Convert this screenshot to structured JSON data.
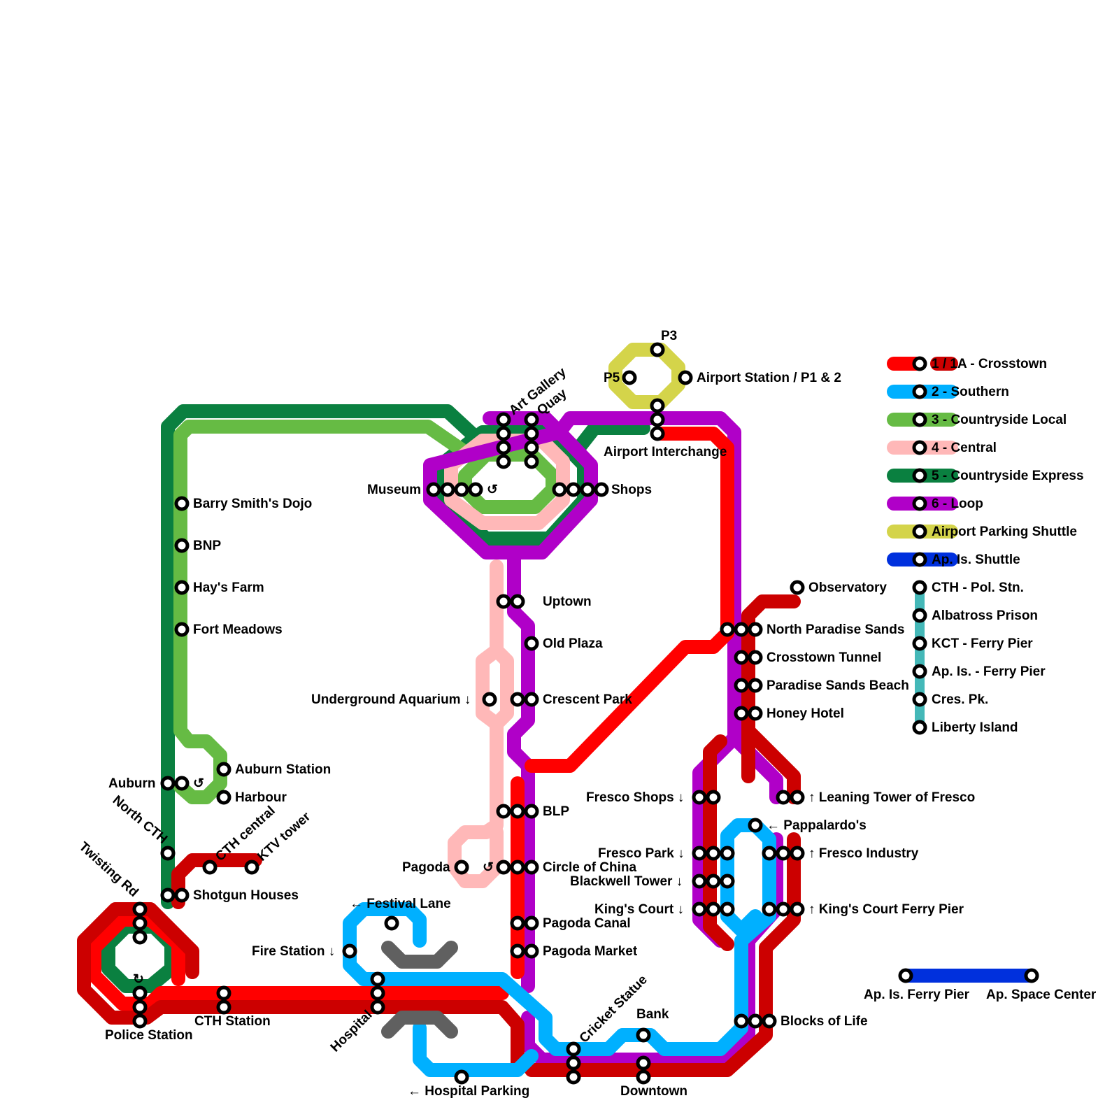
{
  "colors": {
    "crosstown": "#ff0000",
    "crosstown_1a": "#cc0000",
    "southern": "#00b0ff",
    "countryside_local": "#66bb44",
    "central": "#ffb8b8",
    "countryside_express": "#0a8040",
    "loop": "#b000c8",
    "airport_parking": "#d4d44a",
    "ap_is_shuttle": "#0030dd",
    "ferry": "#44b8b8",
    "road": "#606060"
  },
  "legend": [
    {
      "label": "1 / 1A - Crosstown",
      "color": "#ff0000"
    },
    {
      "label": "2 - Southern",
      "color": "#00b0ff"
    },
    {
      "label": "3 - Countryside Local",
      "color": "#66bb44"
    },
    {
      "label": "4 - Central",
      "color": "#ffb8b8"
    },
    {
      "label": "5 - Countryside Express",
      "color": "#0a8040"
    },
    {
      "label": "6 - Loop",
      "color": "#b000c8"
    },
    {
      "label": "Airport Parking Shuttle",
      "color": "#d4d44a"
    },
    {
      "label": "Ap. Is. Shuttle",
      "color": "#0030dd"
    }
  ],
  "ferry_legend": [
    "CTH - Pol. Stn.",
    "Albatross Prison",
    "KCT - Ferry Pier",
    "Ap. Is. - Ferry Pier",
    "Cres. Pk.",
    "Liberty Island"
  ],
  "stations": {
    "p3": "P3",
    "p5": "P5",
    "airport_station": "Airport Station / P1 & 2",
    "airport_interchange": "Airport Interchange",
    "art_gallery": "Art Gallery",
    "quay": "Quay",
    "museum": "Museum",
    "shops": "Shops",
    "barry_smiths_dojo": "Barry Smith's Dojo",
    "bnp": "BNP",
    "hays_farm": "Hay's Farm",
    "fort_meadows": "Fort Meadows",
    "uptown": "Uptown",
    "old_plaza": "Old Plaza",
    "underground_aquarium": "Underground Aquarium ↓",
    "crescent_park": "Crescent Park",
    "observatory": "Observatory",
    "north_paradise_sands": "North Paradise Sands",
    "crosstown_tunnel": "Crosstown Tunnel",
    "paradise_sands_beach": "Paradise Sands Beach",
    "honey_hotel": "Honey Hotel",
    "auburn": "Auburn",
    "auburn_station": "Auburn Station",
    "harbour": "Harbour",
    "north_cth": "North CTH",
    "cth_central": "CTH central",
    "ktv_tower": "KTV tower",
    "shotgun_houses": "Shotgun Houses",
    "twisting_rd": "Twisting Rd",
    "police_station": "Police Station",
    "cth_station": "CTH Station",
    "blp": "BLP",
    "pagoda": "Pagoda",
    "circle_of_china": "Circle of China",
    "pagoda_canal": "Pagoda Canal",
    "pagoda_market": "Pagoda Market",
    "festival_lane": "← Festival Lane",
    "fire_station": "Fire Station ↓",
    "hospital": "Hospital",
    "hospital_parking": "← Hospital Parking",
    "cricket_statue": "Cricket Statue",
    "bank": "Bank",
    "downtown": "Downtown",
    "fresco_shops": "Fresco Shops ↓",
    "leaning_tower": "↑ Leaning Tower of Fresco",
    "pappalardos": "← Pappalardo's",
    "fresco_park": "Fresco Park ↓",
    "fresco_industry": "↑ Fresco Industry",
    "blackwell_tower": "Blackwell Tower ↓",
    "kings_court": "King's Court ↓",
    "kings_court_ferry": "↑ King's Court Ferry Pier",
    "blocks_of_life": "Blocks of Life",
    "ap_is_ferry_pier": "Ap. Is. Ferry Pier",
    "ap_space_center": "Ap. Space Center"
  },
  "loop_glyph": "↺",
  "loop_glyph_alt": "↻"
}
